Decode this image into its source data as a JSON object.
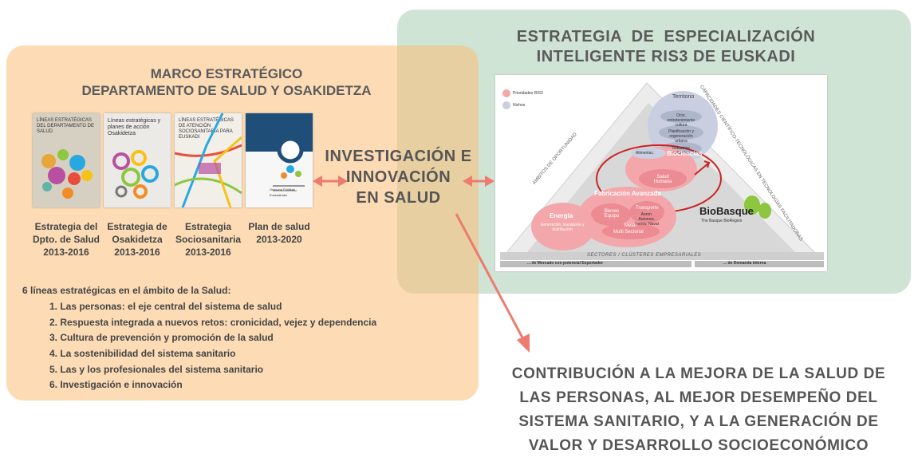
{
  "left_panel": {
    "title_line1": "MARCO ESTRATÉGICO",
    "title_line2": "DEPARTAMENTO DE SALUD Y OSAKIDETZA",
    "documents": [
      {
        "cover_title": "LÍNEAS ESTRATÉGICAS DEL DEPARTAMENTO DE SALUD",
        "cover_color": "#d6d0c2",
        "caption_line1": "Estrategia del",
        "caption_line2": "Dpto. de Salud",
        "caption_line3": "2013-2016"
      },
      {
        "cover_title": "Líneas estratégicas y planes de acción Osakidetza",
        "cover_color": "#eceae6",
        "caption_line1": "Estrategia de",
        "caption_line2": "Osakidetza",
        "caption_line3": "2013-2016"
      },
      {
        "cover_title": "LÍNEAS ESTRATÉGICAS DE ATENCIÓN SOCIOSANITARIA PARA EUSKADI",
        "cover_color": "#f2efe9",
        "caption_line1": "Estrategia",
        "caption_line2": "Sociosanitaria",
        "caption_line3": "2013-2016"
      },
      {
        "cover_title": "Osasuna Politikak Euskadirako",
        "cover_color": "#f7f7f7",
        "caption_line1": "Plan de salud",
        "caption_line2": "2013-2020",
        "caption_line3": ""
      }
    ],
    "lines_title": "6 líneas estratégicas en el ámbito de la Salud:",
    "lines": [
      "1. Las personas: el eje central del sistema de salud",
      "2. Respuesta integrada a nuevos retos: cronicidad, vejez y dependencia",
      "3. Cultura de prevención y promoción de la salud",
      "4. La sostenibilidad del sistema sanitario",
      "5. Las y los profesionales del sistema sanitario",
      "6. Investigación e innovación"
    ]
  },
  "center": {
    "line1": "INVESTIGACIÓN E",
    "line2": "INNOVACIÓN",
    "line3": "EN SALUD"
  },
  "right_panel": {
    "title_line1": "ESTRATEGIA  DE  ESPECIALIZACIÓN",
    "title_line2": "INTELIGENTE RIS3 DE EUSKADI",
    "legend_prioridades": "Prioridades RIS3",
    "legend_nichos": "Nichos",
    "territorio": "Territorio",
    "ocio": "Ocio, entretenimiento cultura",
    "planificacion": "Planificación y regeneración urbana",
    "industrias": "Industrias culturales",
    "alimentac": "Alimentac.",
    "biociencias": "Biociencias",
    "salud_humana": "Salud Humana",
    "fabricacion": "Fabricación Avanzada",
    "bienes_equipo": "Bienes Equipo",
    "transporte": "Transporte",
    "transporte_sub": "Aeron. Automoc. Ferrov. Naval",
    "metal": "Metal",
    "multisectorial": "Multi Sectorial",
    "energia": "Energía",
    "energia_sub": "Generación, transporte y distribución",
    "sectores": "SECTORES / CLÚSTERES EMPRESARIALES",
    "mercado": "... de Mercado con potencial Exportador",
    "demanda": "... de Demanda interna",
    "ambitos": "ÁMBITOS DE OPORTUNIDAD",
    "capacidades": "CAPACIDADES CIENTÍFICO-TECNOLÓGICAS EN TECNOLOGÍAS FACILITADORAS",
    "biobasque": "BioBasque",
    "biobasque_sub": "The Basque BioRegion"
  },
  "bottom": {
    "line1": "CONTRIBUCIÓN A LA MEJORA DE LA SALUD DE",
    "line2": "LAS PERSONAS, AL MEJOR DESEMPEÑO DEL",
    "line3": "SISTEMA SANITARIO, Y A LA GENERACIÓN DE",
    "line4": "VALOR Y DESARROLLO SOCIOECONÓMICO"
  },
  "colors": {
    "orange_panel": "#f9be78",
    "green_panel": "#aacdb4",
    "arrow": "#ee7b6f",
    "highlight_ring": "#cc2222"
  }
}
